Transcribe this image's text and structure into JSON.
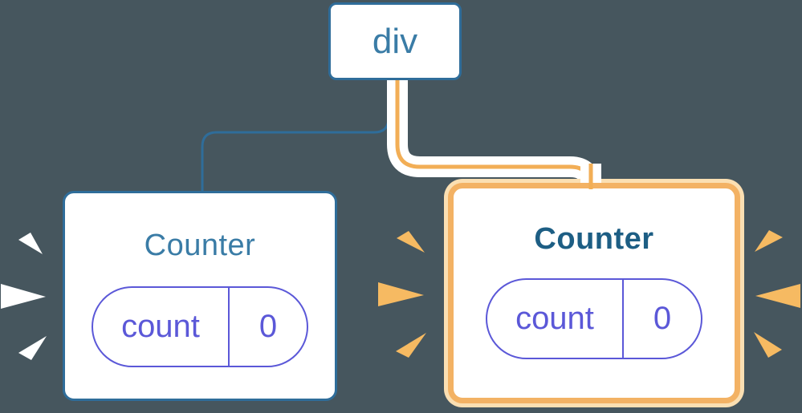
{
  "diagram_title": "React render tree: div with two Counter children, right Counter highlighted as re-rendering",
  "tree": {
    "root": {
      "label": "div"
    },
    "children": [
      {
        "title": "Counter",
        "state_key": "count",
        "state_value": "0",
        "highlighted": false
      },
      {
        "title": "Counter",
        "state_key": "count",
        "state_value": "0",
        "highlighted": true
      }
    ]
  },
  "edges": [
    {
      "from": "div",
      "to": "left-counter",
      "color_name": "blue"
    },
    {
      "from": "div",
      "to": "right-counter",
      "color_name": "orange-with-white-casing"
    }
  ],
  "sparkles": {
    "left_card": {
      "color": "#FFFFFF",
      "count": 3,
      "side": "left"
    },
    "right_card": {
      "color": "#F6BA62",
      "count": 6,
      "sides": "left-and-right"
    }
  },
  "colors": {
    "background": "#46565E",
    "steel_blue": "#2F6D9A",
    "steel_text": "#3A7CA6",
    "title_blue": "#3A7CA6",
    "title_blue_dark": "#1D5E84",
    "purple": "#5B58D8",
    "orange": "#F3B264",
    "orange_halo": "#FBDFB2",
    "spark_orange": "#F6BA62",
    "spark_white": "#FFFFFF",
    "edge_blue": "#2F6D9A",
    "edge_orange": "#F2AE56",
    "edge_casing": "#FFFFFF"
  }
}
